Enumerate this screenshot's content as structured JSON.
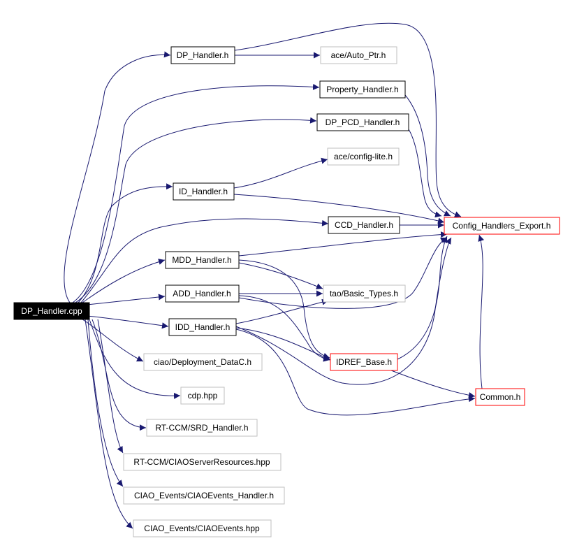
{
  "colors": {
    "edge": "#191970",
    "node_border": "#000000",
    "external_border": "#bfbfbf",
    "red_border": "#ff0000",
    "root_fill": "#000000",
    "root_text": "#ffffff"
  },
  "nodes": {
    "root": "DP_Handler.cpp",
    "dp_handler_h": "DP_Handler.h",
    "auto_ptr": "ace/Auto_Ptr.h",
    "property_handler": "Property_Handler.h",
    "dp_pcd_handler": "DP_PCD_Handler.h",
    "config_lite": "ace/config-lite.h",
    "id_handler": "ID_Handler.h",
    "config_export": "Config_Handlers_Export.h",
    "ccd_handler": "CCD_Handler.h",
    "mdd_handler": "MDD_Handler.h",
    "add_handler": "ADD_Handler.h",
    "basic_types": "tao/Basic_Types.h",
    "idd_handler": "IDD_Handler.h",
    "idref_base": "IDREF_Base.h",
    "deployment_datac": "ciao/Deployment_DataC.h",
    "cdp": "cdp.hpp",
    "common": "Common.h",
    "srd_handler": "RT-CCM/SRD_Handler.h",
    "server_resources": "RT-CCM/CIAOServerResources.hpp",
    "ciaoevents_handler": "CIAO_Events/CIAOEvents_Handler.h",
    "ciaoevents_hpp": "CIAO_Events/CIAOEvents.hpp"
  }
}
